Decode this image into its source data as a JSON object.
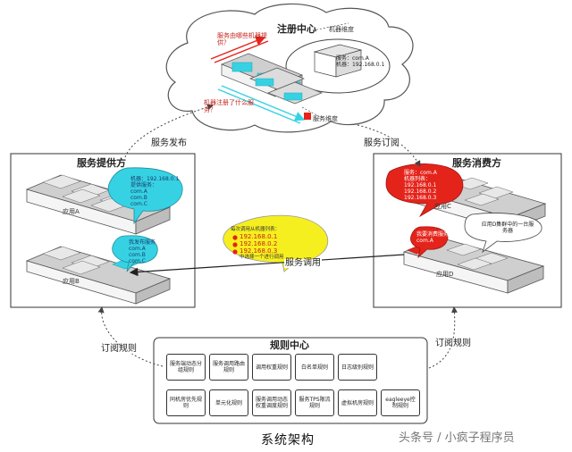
{
  "registry": {
    "title": "注册中心",
    "machine_dim": "机器维度",
    "service_dim": "服务维度",
    "question_a": "服务由哪些机器提供？",
    "question_b": "机器注册了什么服务？",
    "server_detail": [
      "服务：com.A",
      "机器：192.168.0.1"
    ]
  },
  "provider": {
    "title": "服务提供方",
    "app_a": "应用A",
    "app_b": "应用B",
    "bubble_a": [
      "机器：192.168.0.1",
      "提供服务：",
      "com.A",
      "com.B",
      "com.C"
    ],
    "bubble_b": [
      "我发布服务",
      "com.A",
      "com.B",
      "com.C"
    ]
  },
  "consumer": {
    "title": "服务消费方",
    "app_c": "应用C",
    "app_d": "应用D",
    "bubble_c": [
      "服务：com.A",
      "机器列表：",
      "192.168.0.1",
      "192.168.0.2",
      "192.168.0.3"
    ],
    "bubble_d": [
      "我要消费服务",
      "com.A"
    ],
    "bubble_d2": [
      "应用D集群中的一台服务器"
    ]
  },
  "call_bubble": {
    "head": "每次调用从机器列表：",
    "ips": [
      "192.168.0.1",
      "192.168.0.2",
      "192.168.0.3"
    ],
    "tail": "中选择一个进行调用"
  },
  "edges": {
    "publish": "服务发布",
    "subscribe": "服务订阅",
    "invoke": "服务调用",
    "sub_rules_left": "订阅规则",
    "sub_rules_right": "订阅规则"
  },
  "rules": {
    "title": "规则中心",
    "items": [
      "服务端动态分组规则",
      "服务调用路由规则",
      "调用权重规则",
      "白名单规则",
      "日志级别规则",
      "同机房优先规则",
      "单元化规则",
      "服务调用动态权重调度规则",
      "服务TPS限流规则",
      "虚拟机房规则",
      "eagleeye控制规则"
    ]
  },
  "caption": "系统架构",
  "watermark": "头条号 / 小疯子程序员",
  "colors": {
    "cyan": "#36d2e3",
    "red": "#e4241b",
    "yellow": "#f6ef1f",
    "cluster_top": "#cfcfcf"
  }
}
